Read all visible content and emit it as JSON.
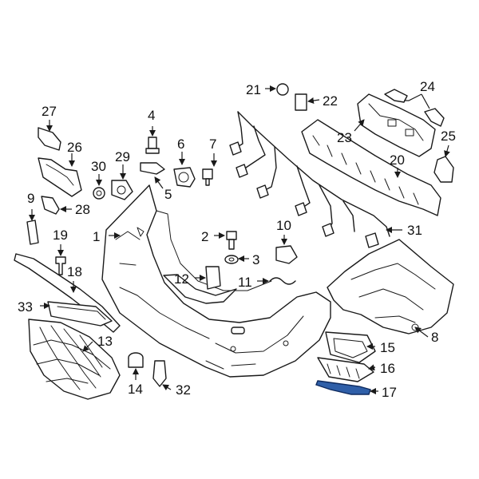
{
  "callouts": {
    "c1": "1",
    "c2": "2",
    "c3": "3",
    "c4": "4",
    "c5": "5",
    "c6": "6",
    "c7": "7",
    "c8": "8",
    "c9": "9",
    "c10": "10",
    "c11": "11",
    "c12": "12",
    "c13": "13",
    "c14": "14",
    "c15": "15",
    "c16": "16",
    "c17": "17",
    "c18": "18",
    "c19": "19",
    "c20": "20",
    "c21": "21",
    "c22": "22",
    "c23": "23",
    "c24": "24",
    "c25": "25",
    "c26": "26",
    "c27": "27",
    "c28": "28",
    "c29": "29",
    "c30": "30",
    "c31": "31",
    "c32": "32",
    "c33": "33"
  },
  "highlight": {
    "part": "17",
    "color": "#2f5fa8"
  }
}
